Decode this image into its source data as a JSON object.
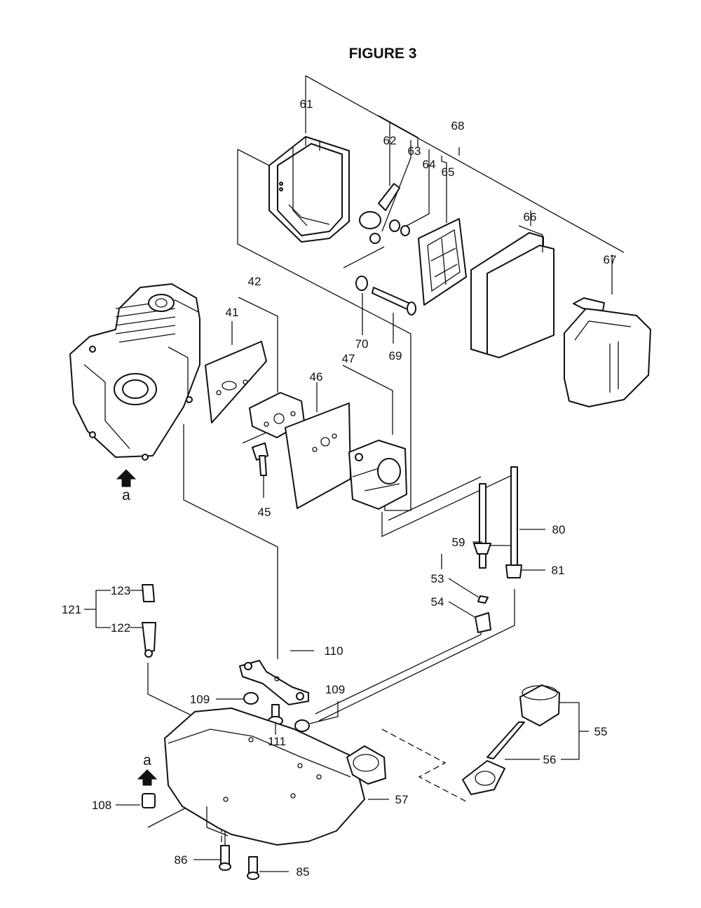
{
  "title": "FIGURE 3",
  "labels": {
    "p41": "41",
    "p42": "42",
    "p45": "45",
    "p46": "46",
    "p47": "47",
    "p53": "53",
    "p54": "54",
    "p55": "55",
    "p56": "56",
    "p57": "57",
    "p59": "59",
    "p61": "61",
    "p62": "62",
    "p63": "63",
    "p64": "64",
    "p65": "65",
    "p66": "66",
    "p67": "67",
    "p68": "68",
    "p69": "69",
    "p70": "70",
    "p80": "80",
    "p81": "81",
    "p85": "85",
    "p86": "86",
    "p108": "108",
    "p109a": "109",
    "p109b": "109",
    "p110": "110",
    "p111": "111",
    "p121": "121",
    "p122": "122",
    "p123": "123"
  },
  "view_markers": {
    "top": "a",
    "bottom": "a"
  }
}
